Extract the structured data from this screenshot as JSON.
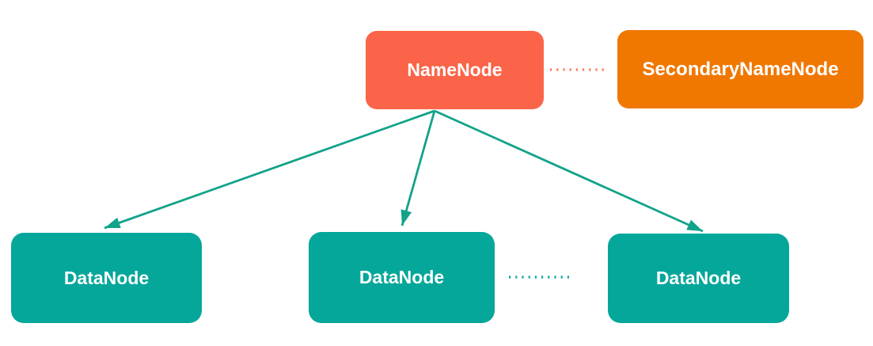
{
  "diagram": {
    "description": "Architecture diagram of HDFS nodes",
    "nodes": {
      "namenode": {
        "label": "NameNode"
      },
      "secondary_namenode": {
        "label": "SecondaryNameNode"
      },
      "datanode_1": {
        "label": "DataNode"
      },
      "datanode_2": {
        "label": "DataNode"
      },
      "datanode_3": {
        "label": "DataNode"
      }
    },
    "connections": {
      "namenode_to_secondary": "dotted",
      "datanode_2_to_datanode_3": "dotted",
      "namenode_to_datanodes": "solid-arrows"
    },
    "colors": {
      "namenode_fill": "#FB6448",
      "secondary_namenode_fill": "#F07800",
      "datanode_fill": "#04A79A",
      "arrow": "#12A38A",
      "namenode_link_dotted": "#FC7B62",
      "datanode_link_dotted": "#0AA89B",
      "label_text": "#FFFFFF",
      "background": "#FFFFFF"
    }
  }
}
